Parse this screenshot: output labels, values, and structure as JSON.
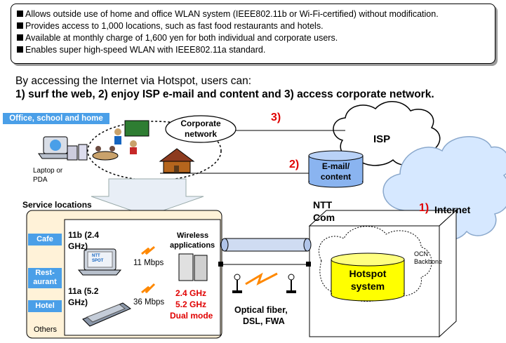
{
  "bullets": [
    "Allows outside use of home and office WLAN system (IEEE802.11b or Wi-Fi-certified) without modification.",
    "Provides access to 1,000 locations, such as fast food restaurants and hotels.",
    "Available at monthly charge of 1,600 yen for both individual and corporate users.",
    "Enables super high-speed WLAN with IEEE802.11a standard."
  ],
  "intro": "By accessing the Internet via Hotspot, users can:",
  "benefits": "1) surf the web, 2) enjoy ISP e-mail and content and 3) access corporate network.",
  "office": {
    "title": "Office, school and home",
    "device_label_1": "Laptop or",
    "device_label_2": "PDA"
  },
  "corporate_network": {
    "line1": "Corporate",
    "line2": "network"
  },
  "isp": "ISP",
  "email": {
    "line1": "E-mail/",
    "line2": "content"
  },
  "internet": {
    "number": "1)",
    "label": "Internet"
  },
  "markers": {
    "two": "2)",
    "three": "3)"
  },
  "service_locations": {
    "title": "Service locations",
    "tabs": [
      "Cafe",
      "Rest-\naurant",
      "Hotel"
    ],
    "others": "Others",
    "std_11b_1": "11b (2.4",
    "std_11b_2": "GHz)",
    "std_11a_1": "11a (5.2",
    "std_11a_2": "GHz)",
    "speed_11b": "11 Mbps",
    "speed_11a": "36 Mbps",
    "wireless_1": "Wireless",
    "wireless_2": "applications",
    "freq_1": "2.4 GHz",
    "freq_2": "5.2 GHz",
    "freq_3": "Dual mode",
    "laptop_sticker_1": "NTT",
    "laptop_sticker_2": "SPOT"
  },
  "ntt": {
    "line1": "NTT",
    "line2": "Com"
  },
  "ocn": {
    "line1": "OCN",
    "line2": "Backbone"
  },
  "hotspot": {
    "line1": "Hotspot",
    "line2": "system"
  },
  "access": {
    "line1": "Optical fiber,",
    "line2": "DSL, FWA"
  },
  "colors": {
    "red": "#e00000",
    "blue_tab": "#4a9fe8",
    "db_yellow": "#ffff00",
    "db_blue": "#8ab4f0",
    "cloud": "#d6e8ff"
  }
}
